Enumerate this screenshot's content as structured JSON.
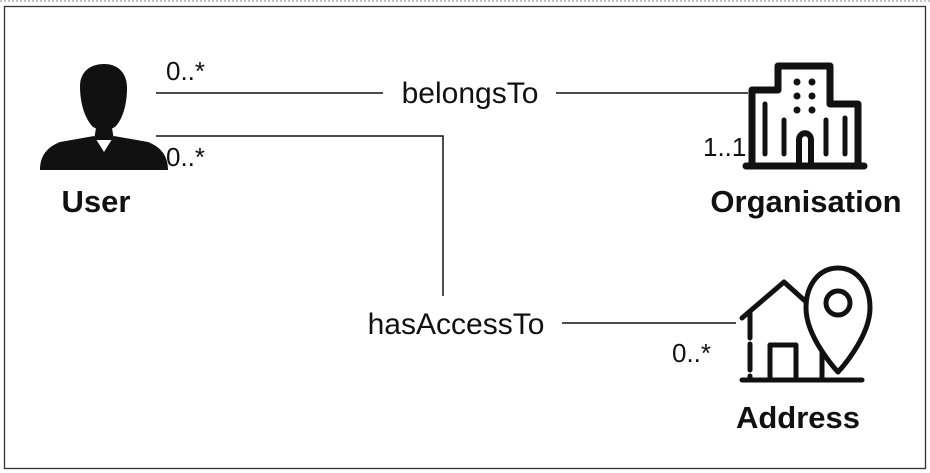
{
  "entities": {
    "user": {
      "label": "User",
      "icon": "user-icon"
    },
    "organisation": {
      "label": "Organisation",
      "icon": "building-icon"
    },
    "address": {
      "label": "Address",
      "icon": "house-location-icon"
    }
  },
  "relations": {
    "belongs_to": {
      "label": "belongsTo",
      "from_multiplicity": "0..*",
      "to_multiplicity": "1..1"
    },
    "has_access_to": {
      "label": "hasAccessTo",
      "from_multiplicity": "0..*",
      "to_multiplicity": "0..*"
    }
  },
  "colors": {
    "ink": "#111111",
    "background": "#ffffff"
  }
}
